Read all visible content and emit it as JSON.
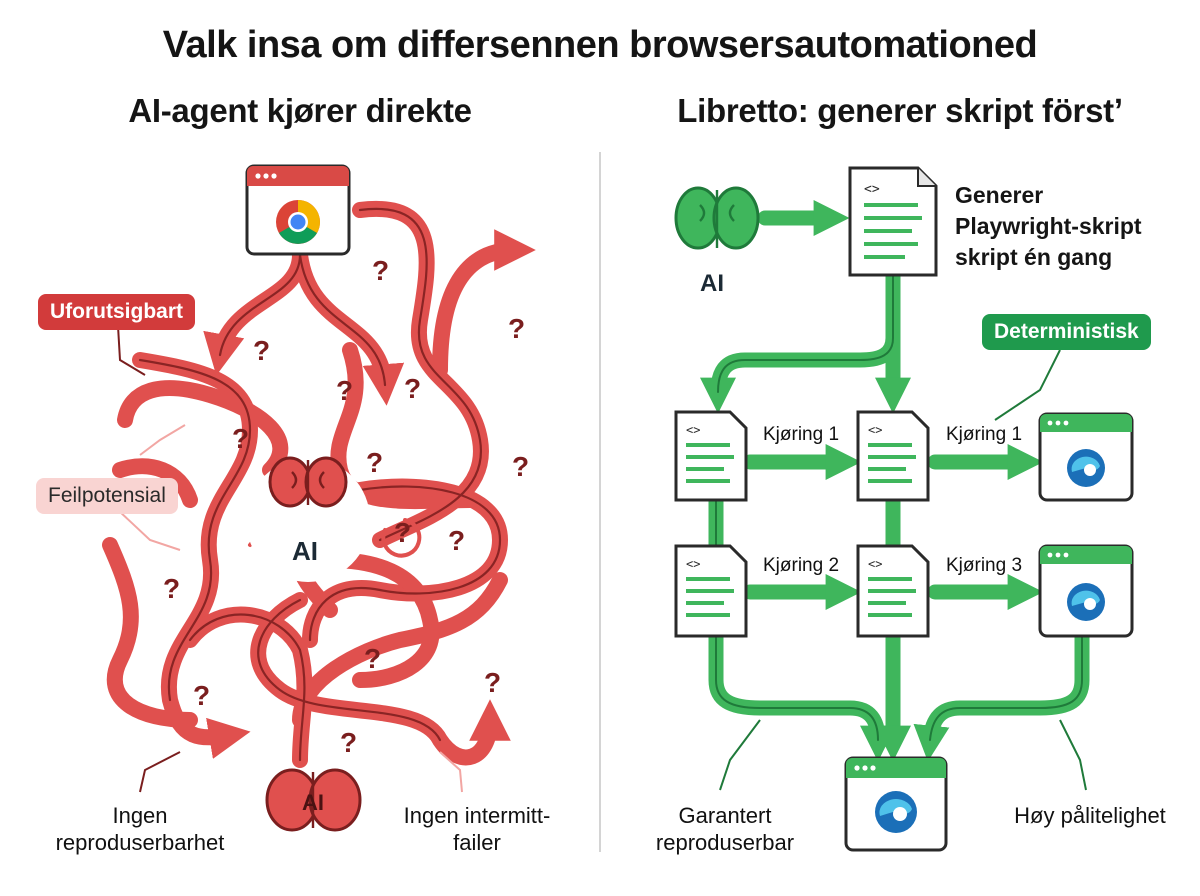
{
  "title": "Valk insa om differsennen browsersautomationed",
  "left": {
    "heading": "AI-agent kjører direkte",
    "ai_center_label": "AI",
    "ai_bottom_label": "AI",
    "tag_unpredictable": "Uforutsigbart",
    "tag_error": "Feilpotensial",
    "caption_left": "Ingen reproduserbarhet",
    "caption_right": "Ingen intermitt-failer",
    "question_mark": "?"
  },
  "right": {
    "heading": "Libretto: generer skript förstʼ",
    "ai_label": "AI",
    "generate_text": "Generer Playwright-skript skript én gang",
    "tag_deterministic": "Deterministisk",
    "runs": [
      "Kjøring 1",
      "Kjøring 1",
      "Kjøring 2",
      "Kjøring 3"
    ],
    "caption_left": "Garantert reproduserbar",
    "caption_right": "Høy pålitelighet"
  },
  "colors": {
    "red": "#e0504e",
    "dark_red": "#7a1e1e",
    "green": "#3fb65c",
    "dark_green": "#1f7a3a",
    "edge_blue": "#1b6fb8"
  },
  "icons": [
    "chrome-browser-icon",
    "brain-icon",
    "document-code-icon",
    "edge-browser-icon"
  ]
}
